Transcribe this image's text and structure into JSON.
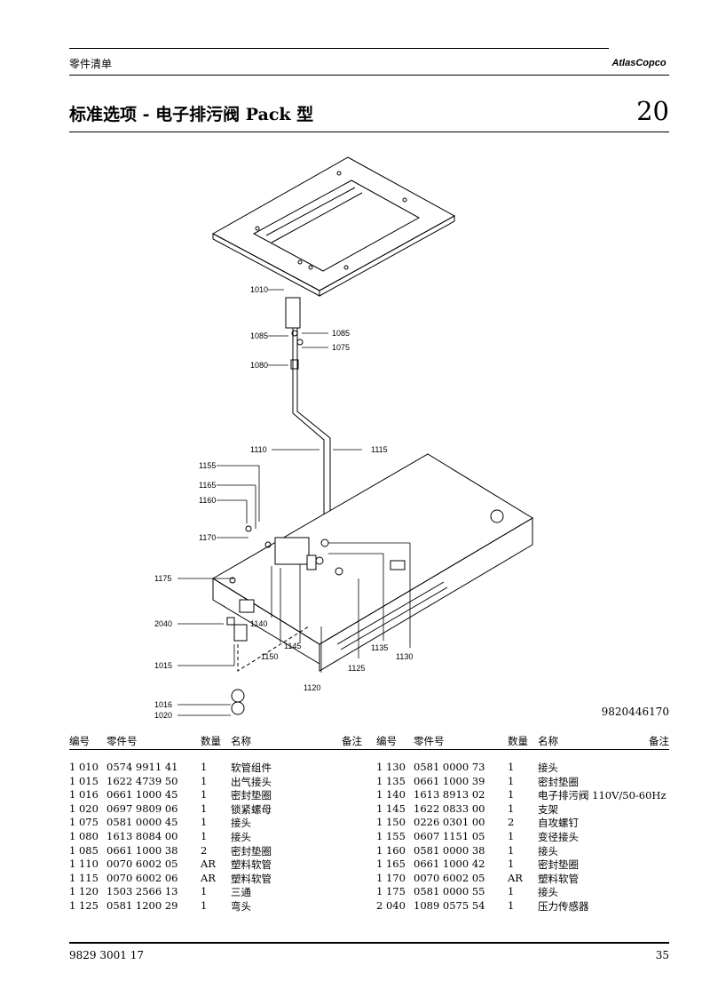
{
  "header": {
    "section_title": "零件清单",
    "brand": "AtlasCopco",
    "page_heading": "标准选项 - 电子排污阀 Pack 型",
    "heading_number": "20"
  },
  "diagram": {
    "drawing_number": "9820446170",
    "callouts": {
      "c1010": "1010",
      "c1085a": "1085",
      "c1085b": "1085",
      "c1075": "1075",
      "c1080": "1080",
      "c1110": "1110",
      "c1115": "1115",
      "c1155": "1155",
      "c1165": "1165",
      "c1160": "1160",
      "c1170": "1170",
      "c1175": "1175",
      "c2040": "2040",
      "c1140": "1140",
      "c1145": "1145",
      "c1150": "1150",
      "c1135": "1135",
      "c1130": "1130",
      "c1125": "1125",
      "c1015": "1015",
      "c1120": "1120",
      "c1016": "1016",
      "c1020": "1020"
    }
  },
  "table_headers": {
    "item": "编号",
    "part": "零件号",
    "qty": "数量",
    "name": "名称",
    "note": "备注"
  },
  "parts_left": [
    {
      "item": "1 010",
      "part": "0574 9911 41",
      "qty": "1",
      "name": "软管组件"
    },
    {
      "item": "1 015",
      "part": "1622 4739 50",
      "qty": "1",
      "name": "出气接头"
    },
    {
      "item": "1 016",
      "part": "0661 1000 45",
      "qty": "1",
      "name": "密封垫圈"
    },
    {
      "item": "1 020",
      "part": "0697 9809 06",
      "qty": "1",
      "name": "锁紧螺母"
    },
    {
      "item": "1 075",
      "part": "0581 0000 45",
      "qty": "1",
      "name": "接头"
    },
    {
      "item": "1 080",
      "part": "1613 8084 00",
      "qty": "1",
      "name": "接头"
    },
    {
      "item": "1 085",
      "part": "0661 1000 38",
      "qty": "2",
      "name": "密封垫圈"
    },
    {
      "item": "1 110",
      "part": "0070 6002 05",
      "qty": "AR",
      "name": "塑料软管"
    },
    {
      "item": "1 115",
      "part": "0070 6002 06",
      "qty": "AR",
      "name": "塑料软管"
    },
    {
      "item": "1 120",
      "part": "1503 2566 13",
      "qty": "1",
      "name": "三通"
    },
    {
      "item": "1 125",
      "part": "0581 1200 29",
      "qty": "1",
      "name": "弯头"
    }
  ],
  "parts_right": [
    {
      "item": "1 130",
      "part": "0581 0000 73",
      "qty": "1",
      "name": "接头"
    },
    {
      "item": "1 135",
      "part": "0661 1000 39",
      "qty": "1",
      "name": "密封垫圈"
    },
    {
      "item": "1 140",
      "part": "1613 8913 02",
      "qty": "1",
      "name": "电子排污阀 110V/50-60Hz"
    },
    {
      "item": "1 145",
      "part": "1622 0833 00",
      "qty": "1",
      "name": "支架"
    },
    {
      "item": "1 150",
      "part": "0226 0301 00",
      "qty": "2",
      "name": "自攻螺钉"
    },
    {
      "item": "1 155",
      "part": "0607 1151 05",
      "qty": "1",
      "name": "变径接头"
    },
    {
      "item": "1 160",
      "part": "0581 0000 38",
      "qty": "1",
      "name": "接头"
    },
    {
      "item": "1 165",
      "part": "0661 1000 42",
      "qty": "1",
      "name": "密封垫圈"
    },
    {
      "item": "1 170",
      "part": "0070 6002 05",
      "qty": "AR",
      "name": "塑料软管"
    },
    {
      "item": "1 175",
      "part": "0581 0000 55",
      "qty": "1",
      "name": "接头"
    },
    {
      "item": "2 040",
      "part": "1089 0575 54",
      "qty": "1",
      "name": "压力传感器"
    }
  ],
  "footer": {
    "doc_number": "9829 3001 17",
    "page_number": "35"
  }
}
